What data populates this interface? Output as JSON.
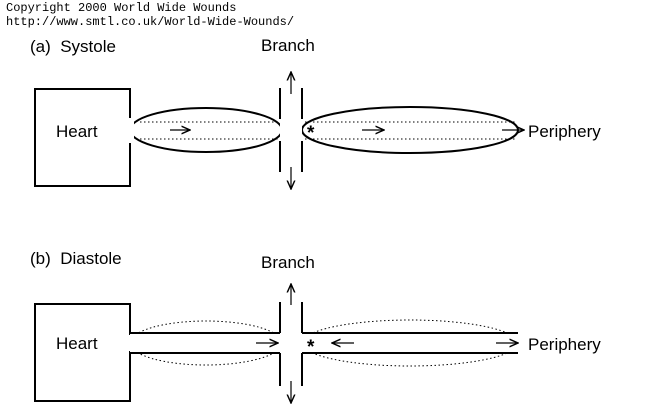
{
  "copyright": "Copyright 2000 World Wide Wounds",
  "url": "http://www.smtl.co.uk/World-Wide-Wounds/",
  "panels": [
    {
      "label": "(a)  Systole",
      "branch": "Branch",
      "heart": "Heart",
      "periphery": "Periphery",
      "marker": "*"
    },
    {
      "label": "(b)  Diastole",
      "branch": "Branch",
      "heart": "Heart",
      "periphery": "Periphery",
      "marker": "*"
    }
  ]
}
